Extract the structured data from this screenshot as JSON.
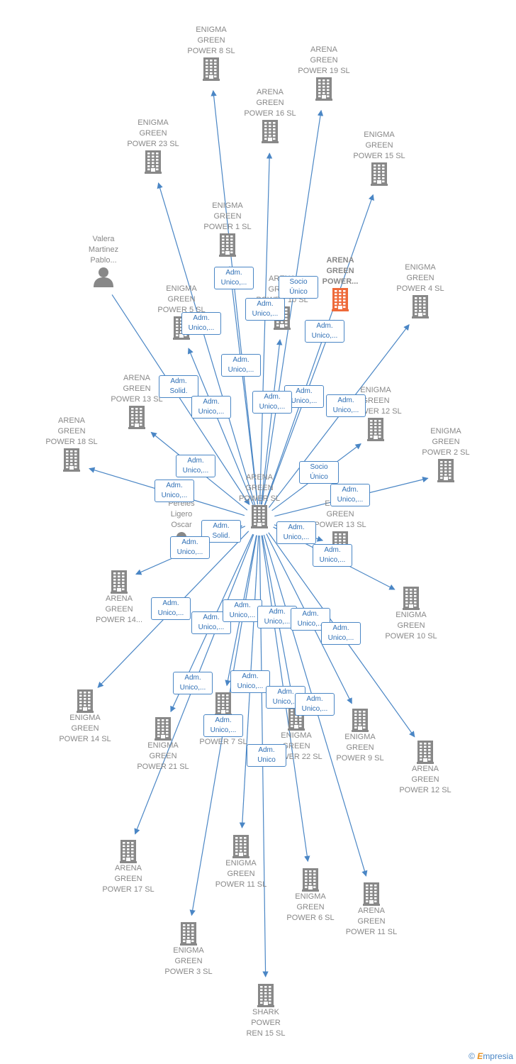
{
  "colors": {
    "link": "#4a86c5",
    "icon": "#888888",
    "highlight": "#ee6a3a"
  },
  "center": {
    "id": "center",
    "label": "ARENA\nGREEN\nPOWER  SL",
    "icon": "building-icon"
  },
  "nodes": [
    {
      "id": "n1",
      "label": "ENIGMA\nGREEN\nPOWER 8  SL",
      "icon": "building-icon"
    },
    {
      "id": "n2",
      "label": "ARENA\nGREEN\nPOWER 19  SL",
      "icon": "building-icon"
    },
    {
      "id": "n3",
      "label": "ARENA\nGREEN\nPOWER 16  SL",
      "icon": "building-icon"
    },
    {
      "id": "n4",
      "label": "ENIGMA\nGREEN\nPOWER 23  SL",
      "icon": "building-icon"
    },
    {
      "id": "n5",
      "label": "ENIGMA\nGREEN\nPOWER 15  SL",
      "icon": "building-icon"
    },
    {
      "id": "n6",
      "label": "ENIGMA\nGREEN\nPOWER 1  SL",
      "icon": "building-icon"
    },
    {
      "id": "n7",
      "label": "Valera\nMartinez\nPablo...",
      "icon": "person-icon"
    },
    {
      "id": "n8",
      "label": "ARENA\nGREEN\nPOWER...",
      "icon": "building-icon",
      "highlight": true
    },
    {
      "id": "n9",
      "label": "ENIGMA\nGREEN\nPOWER 4  SL",
      "icon": "building-icon"
    },
    {
      "id": "n10",
      "label": "ENIGMA\nGREEN\nPOWER 5  SL",
      "icon": "building-icon"
    },
    {
      "id": "n11",
      "label": "ARENA\nGREEN\nPOWER 10  SL",
      "icon": "building-icon"
    },
    {
      "id": "n12",
      "label": "ARENA\nGREEN\nPOWER 13  SL",
      "icon": "building-icon"
    },
    {
      "id": "n13",
      "label": "ENIGMA\nGREEN\nPOWER 12  SL",
      "icon": "building-icon"
    },
    {
      "id": "n14",
      "label": "ARENA\nGREEN\nPOWER 18  SL",
      "icon": "building-icon"
    },
    {
      "id": "n15",
      "label": "ENIGMA\nGREEN\nPOWER 2  SL",
      "icon": "building-icon"
    },
    {
      "id": "n16",
      "label": "Pereles\nLigero\nOscar",
      "icon": "person-icon"
    },
    {
      "id": "n17",
      "label": "ENIGMA\nGREEN\nPOWER 13  SL",
      "icon": "building-icon"
    },
    {
      "id": "n18",
      "label": "ARENA\nGREEN\nPOWER 14...",
      "icon": "building-icon"
    },
    {
      "id": "n19",
      "label": "ENIGMA\nGREEN\nPOWER 10  SL",
      "icon": "building-icon"
    },
    {
      "id": "n20",
      "label": "ENIGMA\nGREEN\nPOWER 14  SL",
      "icon": "building-icon"
    },
    {
      "id": "n21",
      "label": "ENIGMA\nGREEN\nPOWER 21  SL",
      "icon": "building-icon"
    },
    {
      "id": "n22",
      "label": "ENIGMA\nGREEN\nPOWER 7  SL",
      "icon": "building-icon"
    },
    {
      "id": "n23",
      "label": "ENIGMA\nGREEN\nPOWER 22  SL",
      "icon": "building-icon"
    },
    {
      "id": "n24",
      "label": "ENIGMA\nGREEN\nPOWER 9  SL",
      "icon": "building-icon"
    },
    {
      "id": "n25",
      "label": "ARENA\nGREEN\nPOWER 12  SL",
      "icon": "building-icon"
    },
    {
      "id": "n26",
      "label": "ARENA\nGREEN\nPOWER 17  SL",
      "icon": "building-icon"
    },
    {
      "id": "n27",
      "label": "ENIGMA\nGREEN\nPOWER 11  SL",
      "icon": "building-icon"
    },
    {
      "id": "n28",
      "label": "ENIGMA\nGREEN\nPOWER 6  SL",
      "icon": "building-icon"
    },
    {
      "id": "n29",
      "label": "ARENA\nGREEN\nPOWER 11  SL",
      "icon": "building-icon"
    },
    {
      "id": "n30",
      "label": "ENIGMA\nGREEN\nPOWER 3  SL",
      "icon": "building-icon"
    },
    {
      "id": "n31",
      "label": "SHARK\nPOWER\nREN 15  SL",
      "icon": "building-icon"
    }
  ],
  "edges": [
    {
      "from": "center",
      "to": "n1",
      "label": "Adm.\nUnico,..."
    },
    {
      "from": "center",
      "to": "n2",
      "label": "Adm.\nUnico,..."
    },
    {
      "from": "center",
      "to": "n3",
      "label": "Adm.\nUnico,..."
    },
    {
      "from": "center",
      "to": "n4",
      "label": "Adm.\nUnico,..."
    },
    {
      "from": "center",
      "to": "n5",
      "label": "Adm.\nUnico,..."
    },
    {
      "from": "center",
      "to": "n6",
      "label": "Adm.\nUnico,..."
    },
    {
      "from": "n7",
      "to": "center",
      "label": "Adm.\nSolid."
    },
    {
      "from": "center",
      "to": "n8",
      "label": "Socio\nÚnico"
    },
    {
      "from": "center",
      "to": "n9",
      "label": "Adm.\nUnico,..."
    },
    {
      "from": "center",
      "to": "n10",
      "label": "Adm.\nUnico,..."
    },
    {
      "from": "center",
      "to": "n11",
      "label": "Adm.\nUnico,..."
    },
    {
      "from": "center",
      "to": "n12",
      "label": "Adm.\nUnico,..."
    },
    {
      "from": "center",
      "to": "n13",
      "label": "Adm.\nUnico,..."
    },
    {
      "from": "center",
      "to": "n14",
      "label": "Socio\nÚnico"
    },
    {
      "from": "center",
      "to": "n15",
      "label": "Adm.\nUnico,..."
    },
    {
      "from": "n16",
      "to": "center",
      "label": "Adm.\nSolid."
    },
    {
      "from": "center",
      "to": "n17",
      "label": "Adm.\nUnico,..."
    },
    {
      "from": "center",
      "to": "n18",
      "label": "Adm.\nUnico,..."
    },
    {
      "from": "center",
      "to": "n19",
      "label": "Adm.\nUnico,..."
    },
    {
      "from": "center",
      "to": "n20",
      "label": "Adm.\nUnico,..."
    },
    {
      "from": "center",
      "to": "n21",
      "label": "Adm.\nUnico,..."
    },
    {
      "from": "center",
      "to": "n22",
      "label": "Adm.\nUnico,..."
    },
    {
      "from": "center",
      "to": "n23",
      "label": "Adm.\nUnico,..."
    },
    {
      "from": "center",
      "to": "n24",
      "label": "Adm.\nUnico,..."
    },
    {
      "from": "center",
      "to": "n25",
      "label": "Adm.\nUnico,..."
    },
    {
      "from": "center",
      "to": "n26",
      "label": "Adm.\nUnico,..."
    },
    {
      "from": "center",
      "to": "n27",
      "label": "Adm.\nUnico,..."
    },
    {
      "from": "center",
      "to": "n28",
      "label": "Adm.\nUnico,..."
    },
    {
      "from": "center",
      "to": "n29",
      "label": "Adm.\nUnico,..."
    },
    {
      "from": "center",
      "to": "n30",
      "label": "Adm.\nUnico,..."
    },
    {
      "from": "center",
      "to": "n31",
      "label": "Adm.\nUnico"
    }
  ],
  "brand": {
    "copyright": "©",
    "name_first": "E",
    "name_rest": "mpresia"
  }
}
